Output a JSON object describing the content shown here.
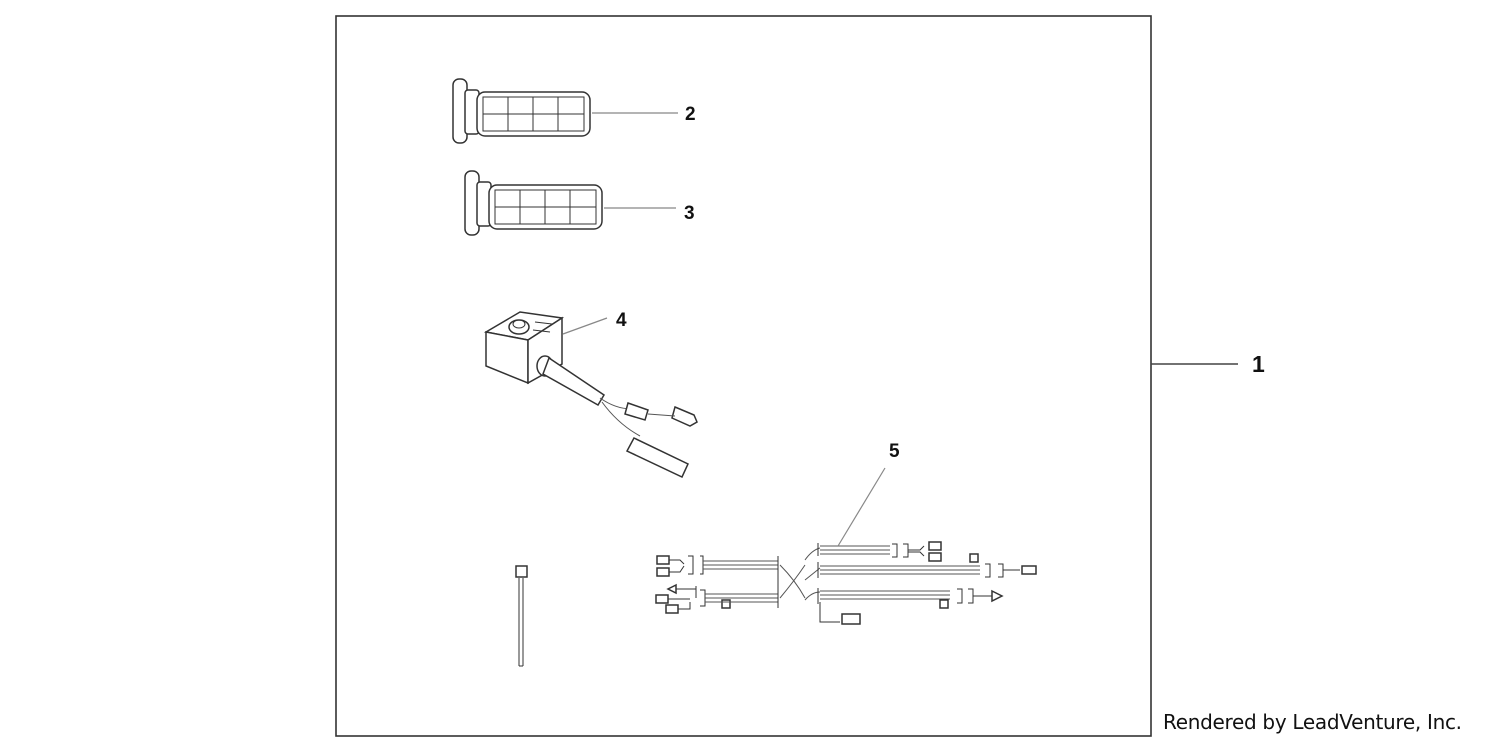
{
  "callouts": {
    "kit": "1",
    "grip_left": "2",
    "grip_right": "3",
    "controller": "4",
    "harness": "5"
  },
  "footer": {
    "credit": "Rendered by LeadVenture, Inc."
  }
}
